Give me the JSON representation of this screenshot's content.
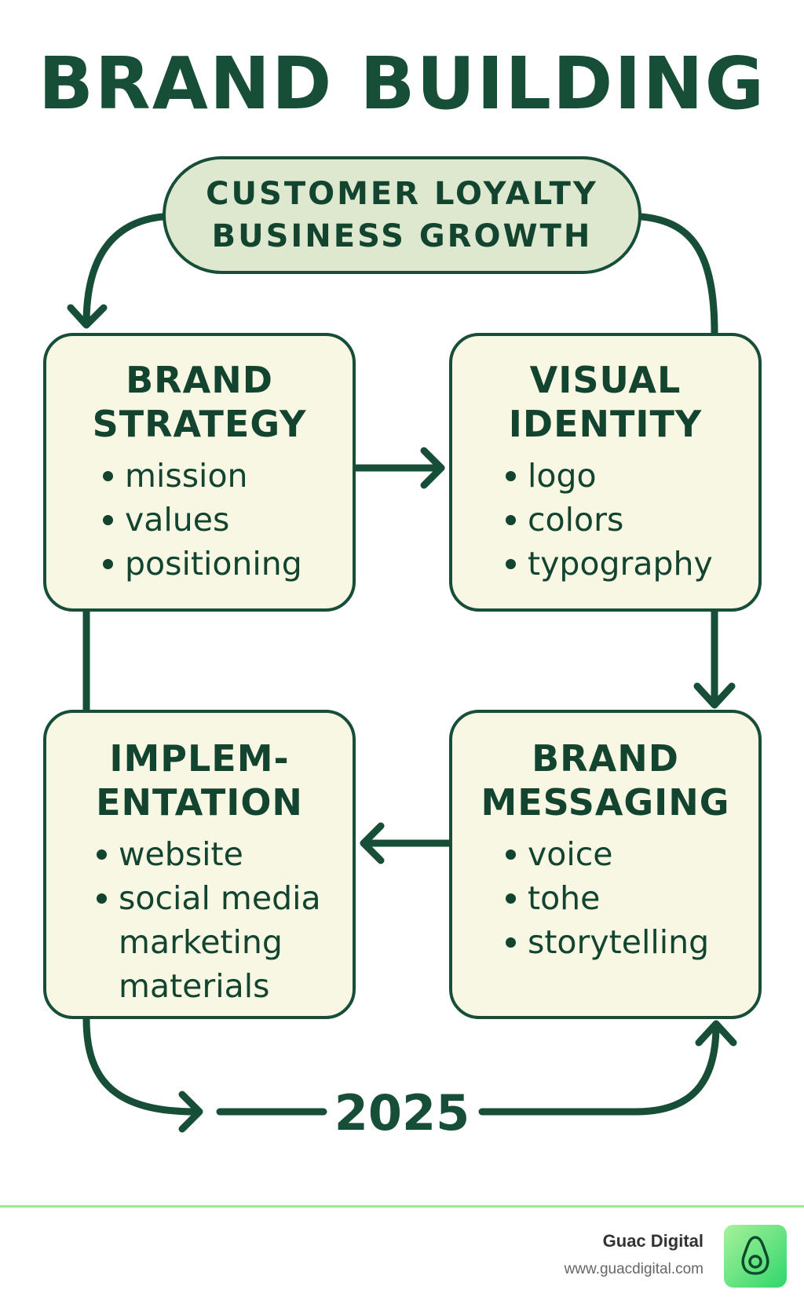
{
  "title": "BRAND BUILDING",
  "goal": {
    "line1": "CUSTOMER LOYALTY",
    "line2": "BUSINESS GROWTH"
  },
  "stages": {
    "strategy": {
      "title_line1": "BRAND",
      "title_line2": "STRATEGY",
      "items": [
        "mission",
        "values",
        "positioning"
      ]
    },
    "visual": {
      "title_line1": "VISUAL",
      "title_line2": "IDENTITY",
      "items": [
        "logo",
        "colors",
        "typography"
      ]
    },
    "messaging": {
      "title_line1": "BRAND",
      "title_line2": "MESSAGING",
      "items": [
        "voice",
        "tohe",
        "storytelling"
      ]
    },
    "implementation": {
      "title_line1": "IMPLEM-",
      "title_line2": "ENTATION",
      "items": [
        "website",
        "social media",
        "marketing",
        "materials"
      ]
    }
  },
  "year": "2025",
  "footer": {
    "brand_name": "Guac Digital",
    "url": "www.guacdigital.com"
  },
  "colors": {
    "primary_green": "#174e37",
    "pill_fill": "#dde8cf",
    "box_fill": "#f8f7e4",
    "footer_accent": "#9be88f",
    "logo_gradient_start": "#a8f29b",
    "logo_gradient_end": "#2fd66b"
  },
  "icons": {
    "logo": "avocado-icon"
  }
}
